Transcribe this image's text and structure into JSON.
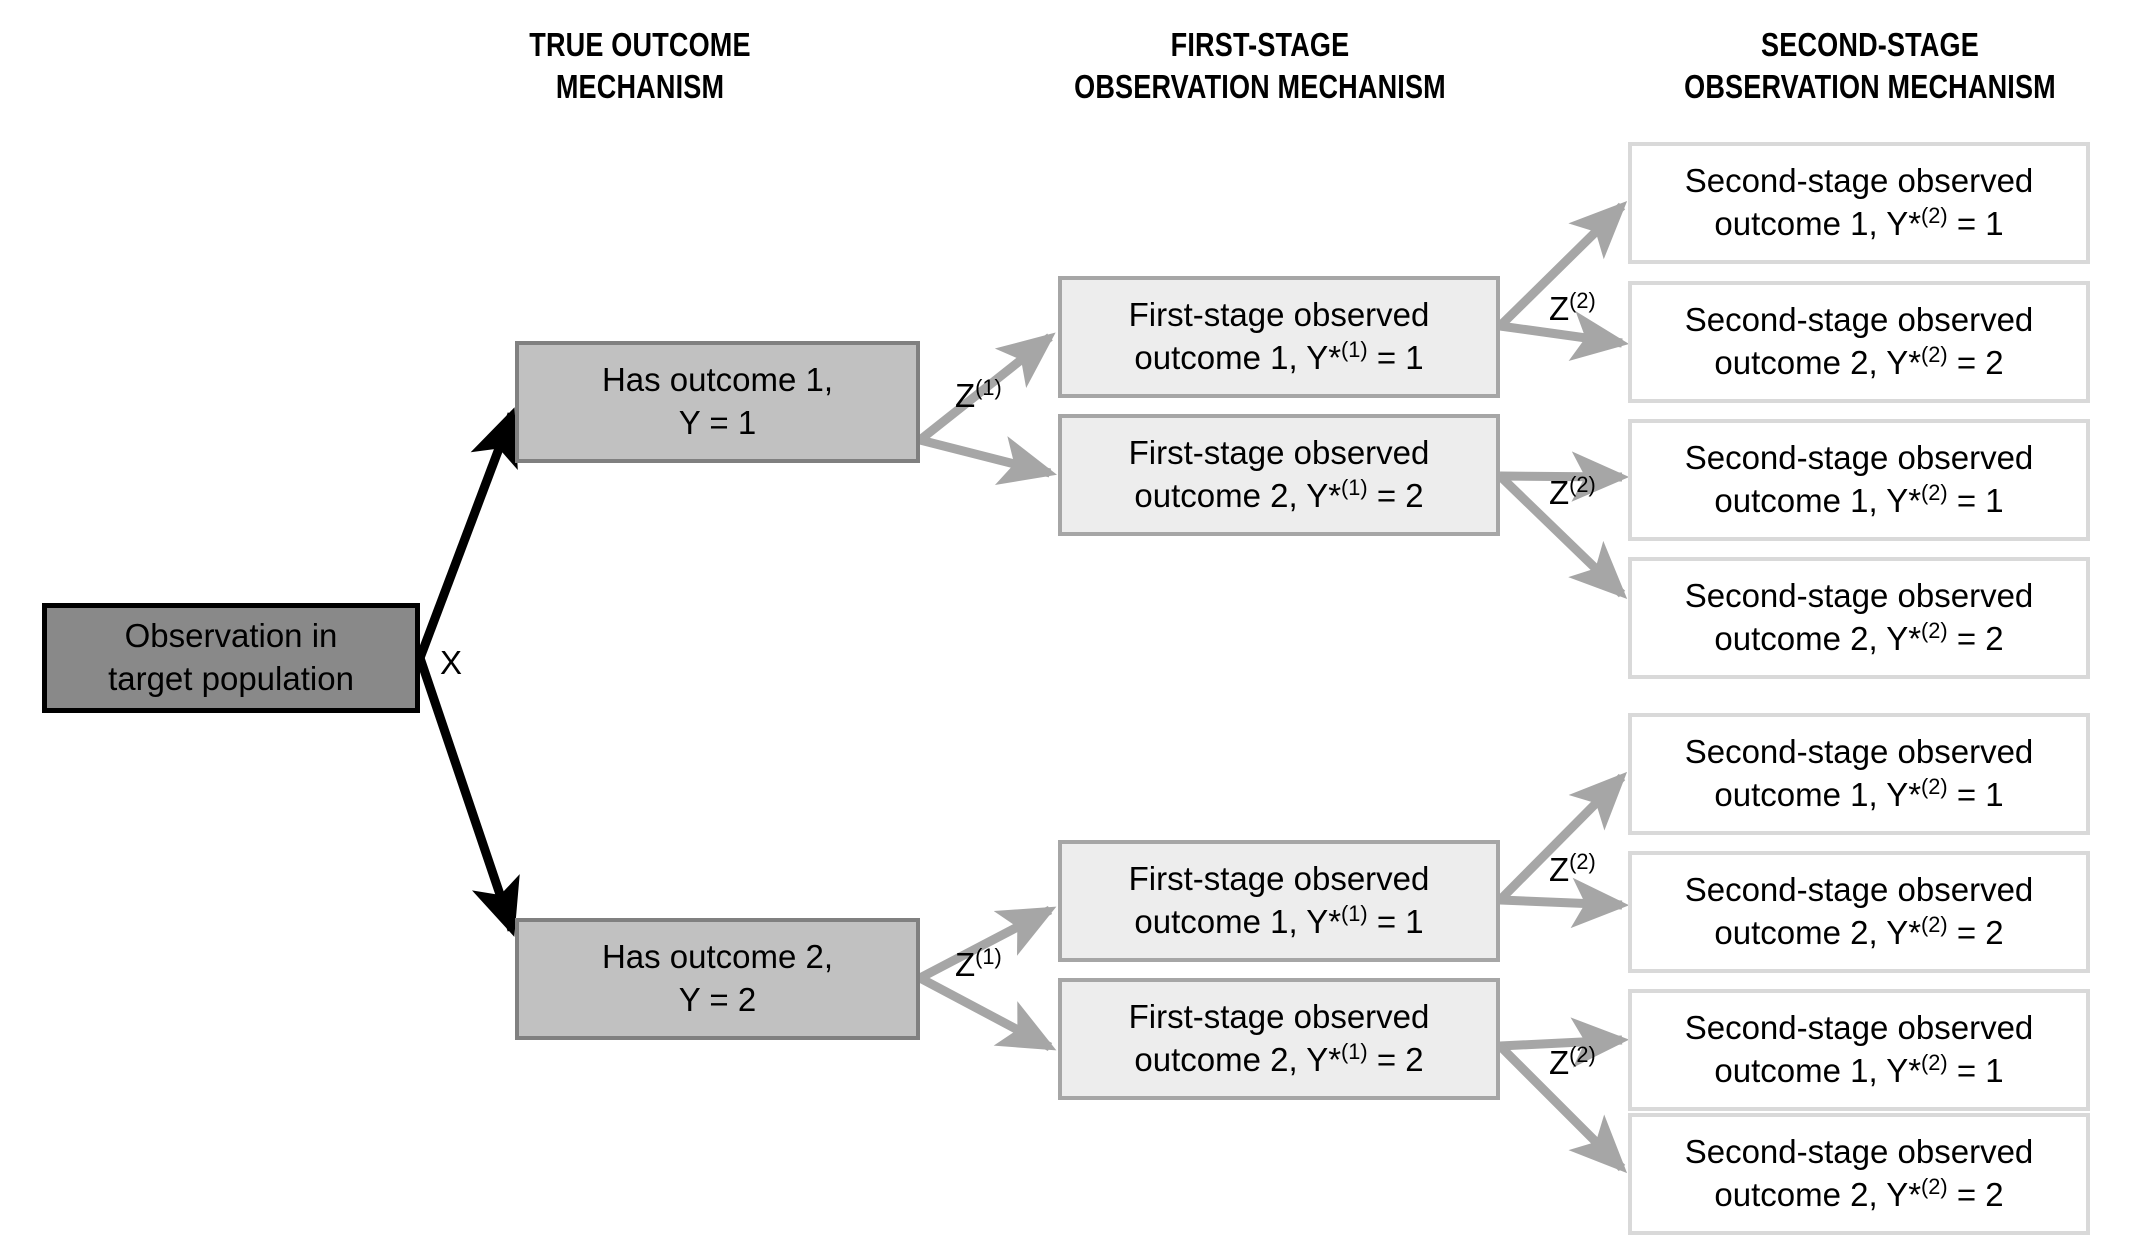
{
  "figure": {
    "title": "Two-stage outcome misclassification mechanism tree",
    "background_color": "#FFFFFF"
  },
  "colors": {
    "root_fill": "#898989",
    "root_border": "#000000",
    "truth_fill": "#C1C1C1",
    "truth_border": "#808080",
    "stage1_fill": "#EDEDED",
    "stage1_border": "#A6A6A6",
    "stage2_fill": "#FFFFFF",
    "stage2_border": "#D9D9D9",
    "black_arrow": "#000000",
    "gray_arrow": "#A6A6A6",
    "text": "#000000"
  },
  "headers": [
    {
      "id": "true-outcome-mechanism",
      "line1": "TRUE OUTCOME",
      "line2": "MECHANISM"
    },
    {
      "id": "first-stage-observation-mechanism",
      "line1": "FIRST-STAGE",
      "line2": "OBSERVATION MECHANISM"
    },
    {
      "id": "second-stage-observation-mechanism",
      "line1": "SECOND-STAGE",
      "line2": "OBSERVATION MECHANISM"
    }
  ],
  "root": {
    "id": "observation-in-target-population",
    "line1": "Observation in",
    "line2": "target population"
  },
  "edge_labels": {
    "x": "X",
    "z1": {
      "base": "Z",
      "sup": "(1)"
    },
    "z2": {
      "base": "Z",
      "sup": "(2)"
    }
  },
  "truth_nodes": [
    {
      "id": "has-outcome-1",
      "line1": "Has outcome 1,",
      "line2": "Y = 1"
    },
    {
      "id": "has-outcome-2",
      "line1": "Has outcome 2,",
      "line2": "Y = 2"
    }
  ],
  "stage1_nodes": [
    {
      "id": "first-stage-observed-outcome-1-branch-1",
      "line1": "First-stage observed",
      "line2_a": "outcome 1, Y*",
      "line2_sup": "(1)",
      "line2_b": " = 1"
    },
    {
      "id": "first-stage-observed-outcome-2-branch-1",
      "line1": "First-stage observed",
      "line2_a": "outcome 2, Y*",
      "line2_sup": "(1)",
      "line2_b": " = 2"
    },
    {
      "id": "first-stage-observed-outcome-1-branch-2",
      "line1": "First-stage observed",
      "line2_a": "outcome 1, Y*",
      "line2_sup": "(1)",
      "line2_b": " = 1"
    },
    {
      "id": "first-stage-observed-outcome-2-branch-2",
      "line1": "First-stage observed",
      "line2_a": "outcome 2, Y*",
      "line2_sup": "(1)",
      "line2_b": " = 2"
    }
  ],
  "stage2_nodes": [
    {
      "id": "second-stage-observed-outcome-1-a",
      "line1": "Second-stage observed",
      "line2_a": "outcome 1, Y*",
      "line2_sup": "(2)",
      "line2_b": " = 1"
    },
    {
      "id": "second-stage-observed-outcome-2-a",
      "line1": "Second-stage observed",
      "line2_a": "outcome 2, Y*",
      "line2_sup": "(2)",
      "line2_b": " = 2"
    },
    {
      "id": "second-stage-observed-outcome-1-b",
      "line1": "Second-stage observed",
      "line2_a": "outcome 1, Y*",
      "line2_sup": "(2)",
      "line2_b": " = 1"
    },
    {
      "id": "second-stage-observed-outcome-2-b",
      "line1": "Second-stage observed",
      "line2_a": "outcome 2, Y*",
      "line2_sup": "(2)",
      "line2_b": " = 2"
    },
    {
      "id": "second-stage-observed-outcome-1-c",
      "line1": "Second-stage observed",
      "line2_a": "outcome 1, Y*",
      "line2_sup": "(2)",
      "line2_b": " = 1"
    },
    {
      "id": "second-stage-observed-outcome-2-c",
      "line1": "Second-stage observed",
      "line2_a": "outcome 2, Y*",
      "line2_sup": "(2)",
      "line2_b": " = 2"
    },
    {
      "id": "second-stage-observed-outcome-1-d",
      "line1": "Second-stage observed",
      "line2_a": "outcome 1, Y*",
      "line2_sup": "(2)",
      "line2_b": " = 1"
    },
    {
      "id": "second-stage-observed-outcome-2-d",
      "line1": "Second-stage observed",
      "line2_a": "outcome 2, Y*",
      "line2_sup": "(2)",
      "line2_b": " = 2"
    }
  ]
}
